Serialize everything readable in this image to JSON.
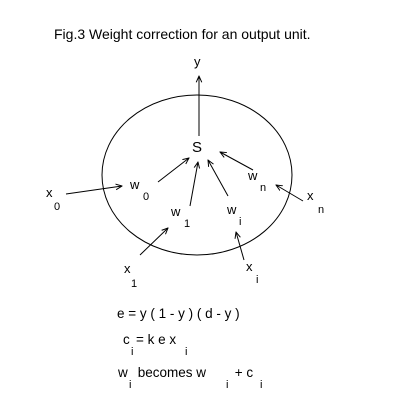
{
  "title": "Fig.3  Weight correction for an output unit.",
  "diagram": {
    "output_label": "y",
    "sum_label": "S",
    "inputs": [
      {
        "x_base": "x",
        "x_sub": "0",
        "w_base": "w",
        "w_sub": "0"
      },
      {
        "x_base": "x",
        "x_sub": "1",
        "w_base": "w",
        "w_sub": "1"
      },
      {
        "x_base": "x",
        "x_sub": "i",
        "w_base": "w",
        "w_sub": "i"
      },
      {
        "x_base": "x",
        "x_sub": "n",
        "w_base": "w",
        "w_sub": "n"
      }
    ]
  },
  "equations": {
    "error": "e = y ( 1 - y ) ( d - y )",
    "correction": {
      "c": "c",
      "c_sub": "i",
      "rhs": "= k e x",
      "x_sub": "i"
    },
    "update": {
      "w": "w",
      "w_sub": "i",
      "mid": " becomes w",
      "mid_sub": "i",
      "plus": " + c",
      "c_sub": "i"
    }
  },
  "colors": {
    "ink": "#000000",
    "background": "#ffffff"
  }
}
